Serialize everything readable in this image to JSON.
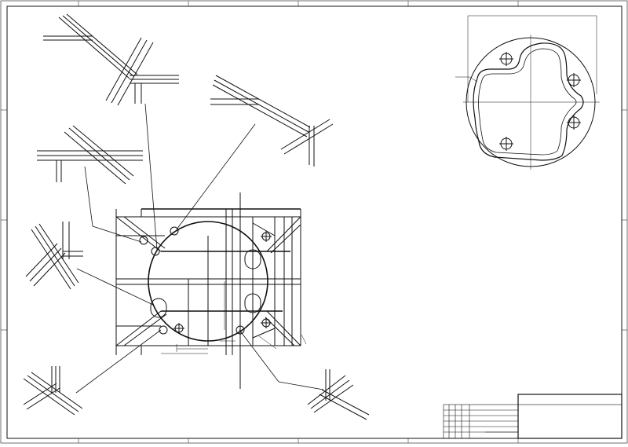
{
  "drawing": {
    "type": "cad-engineering-drawing",
    "line_color": "#111111",
    "background": "#ffffff",
    "details": [
      {
        "id": "detail-top-left",
        "kind": "weld-joint-detail"
      },
      {
        "id": "detail-top-center",
        "kind": "weld-joint-detail"
      },
      {
        "id": "detail-mid-left",
        "kind": "weld-joint-detail"
      },
      {
        "id": "detail-left",
        "kind": "weld-joint-detail"
      },
      {
        "id": "detail-bottom-left",
        "kind": "weld-joint-detail"
      },
      {
        "id": "detail-bottom-right",
        "kind": "weld-joint-detail"
      }
    ],
    "top_view": {
      "shape": "circular-plate-with-cutout",
      "holes": 4
    },
    "main_view": {
      "shape": "frame-assembly-with-circular-opening"
    },
    "title_block": {
      "present": true
    }
  }
}
